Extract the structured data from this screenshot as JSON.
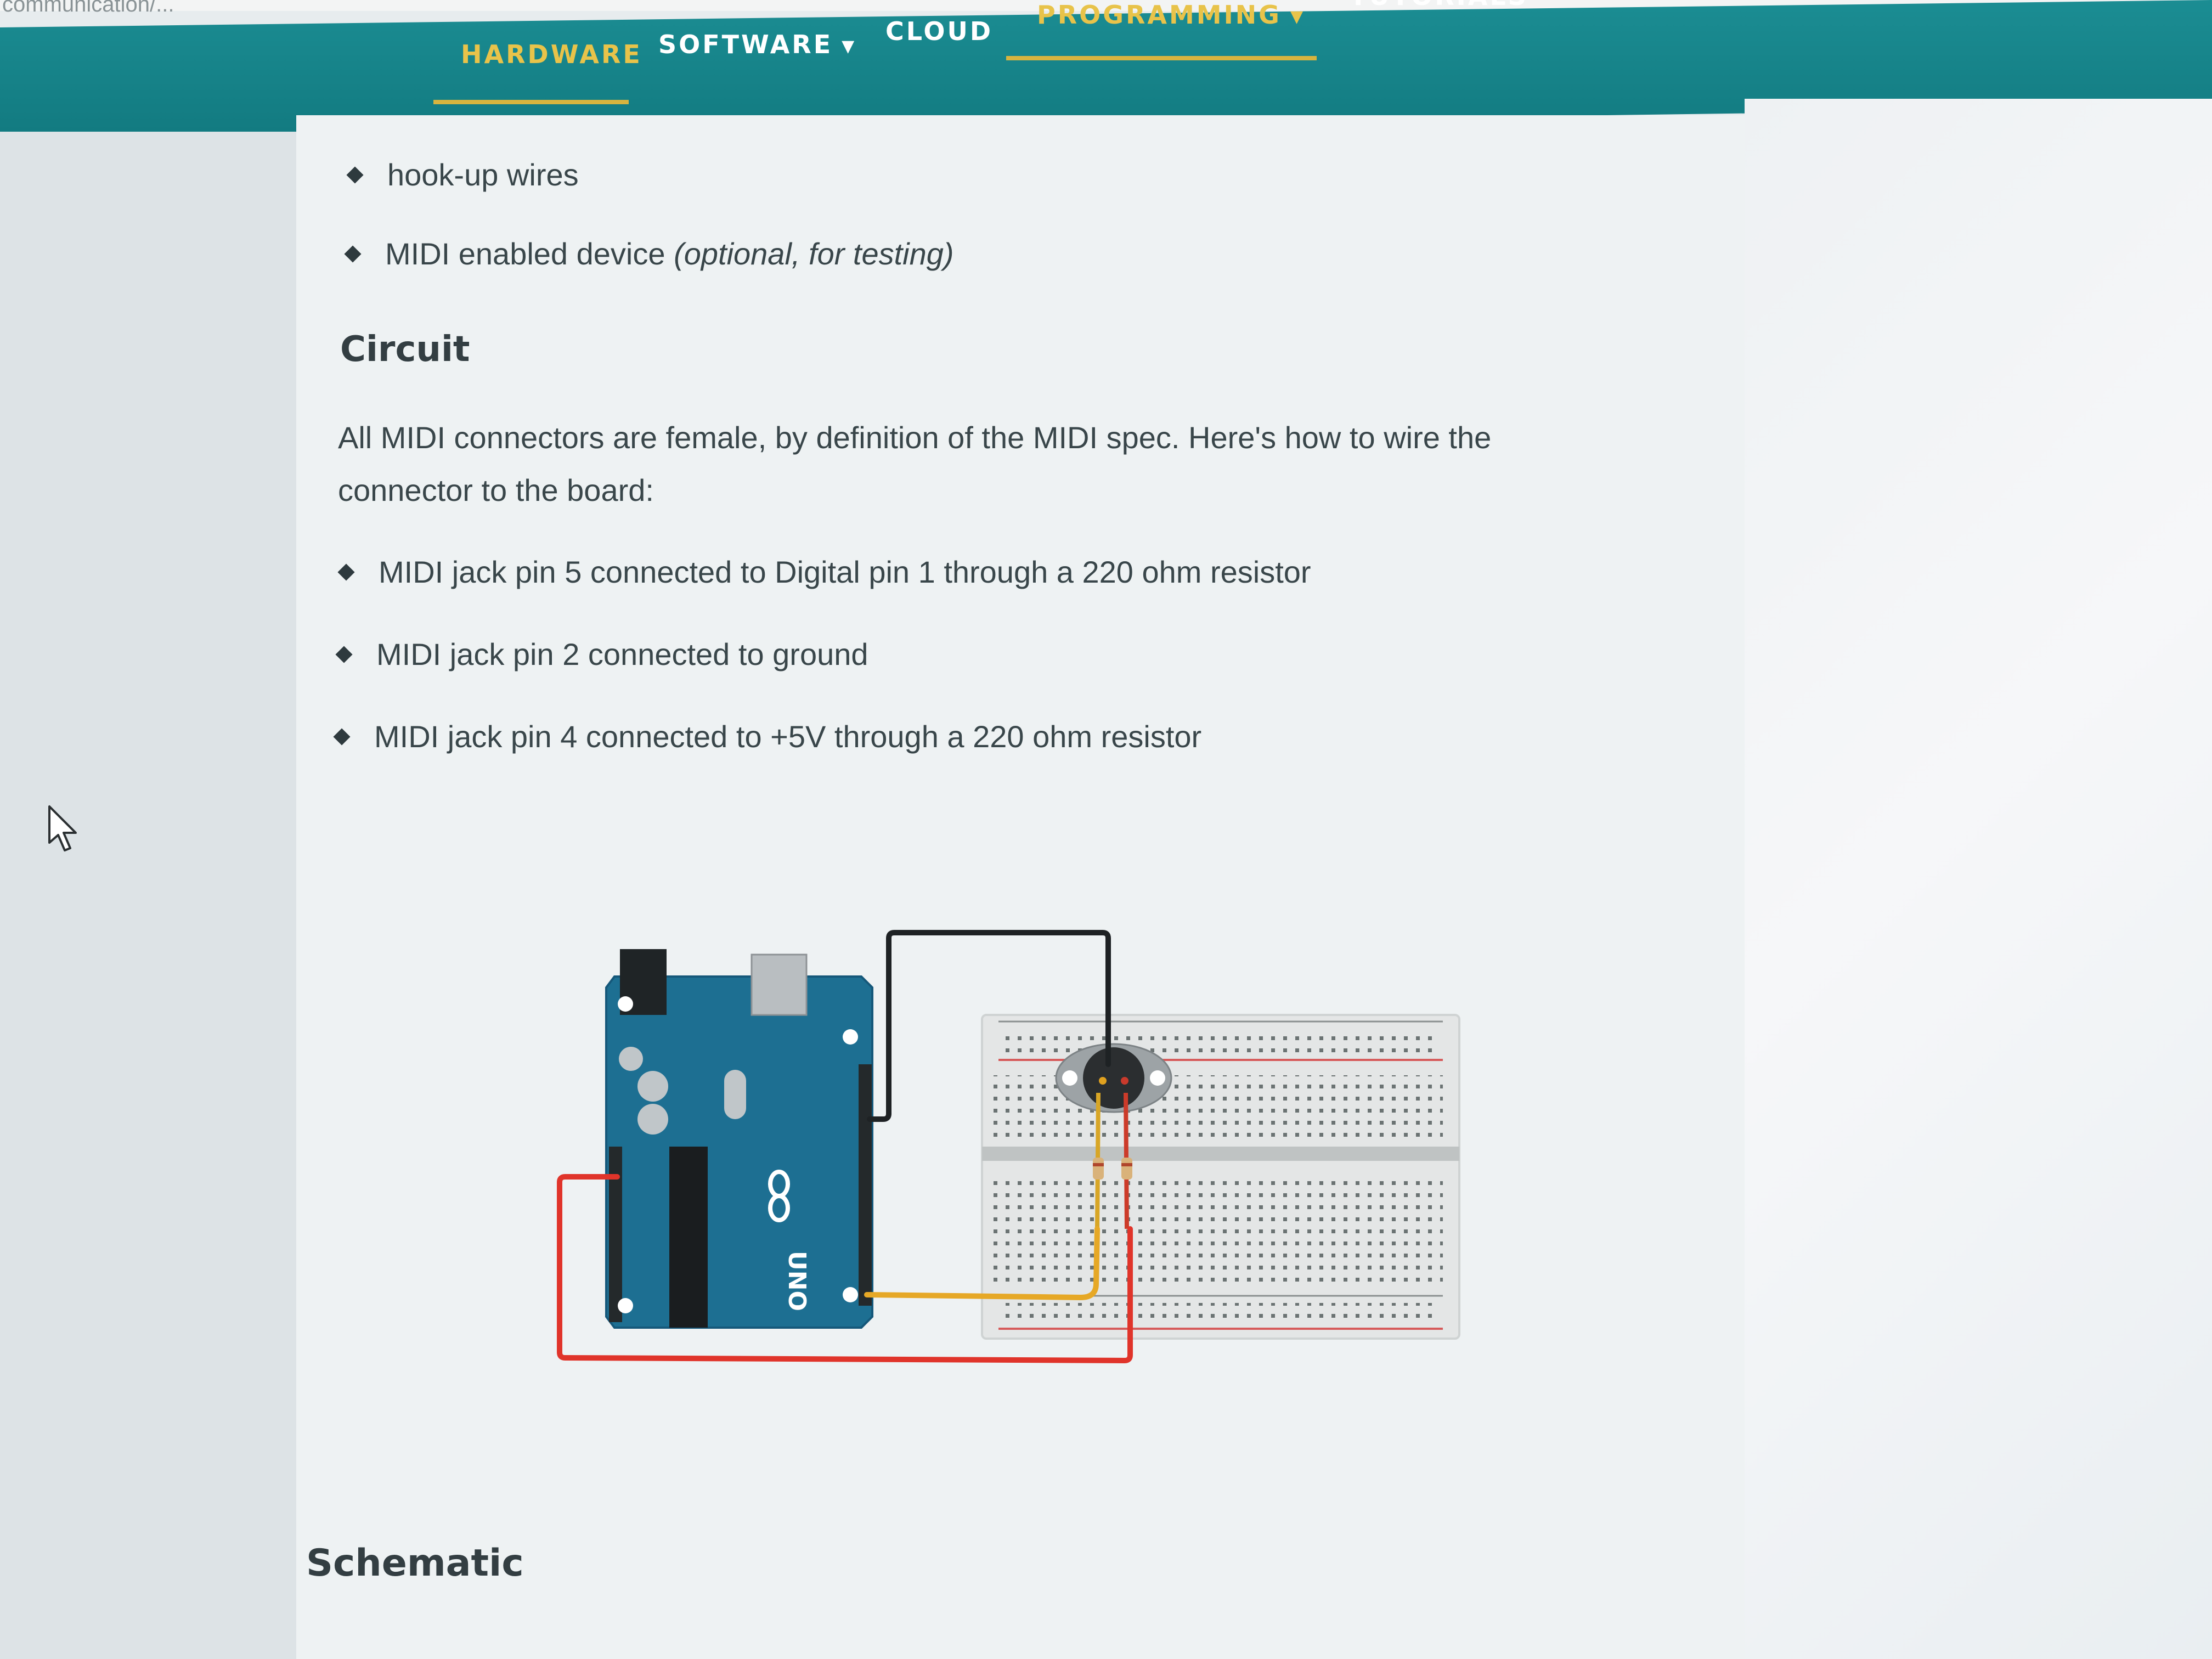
{
  "browser": {
    "url_fragment": "communication/..."
  },
  "nav": {
    "items": [
      {
        "label": "HARDWARE",
        "caret": ""
      },
      {
        "label": "SOFTWARE",
        "caret": "▼"
      },
      {
        "label": "CLOUD",
        "caret": ""
      },
      {
        "label": "PROGRAMMING",
        "caret": "▼"
      },
      {
        "label": "TUTORIALS",
        "caret": ""
      }
    ],
    "accent_color": "#e8c34a",
    "bar_color": "#17858b"
  },
  "materials": {
    "items": [
      {
        "text": "hook-up wires",
        "note": ""
      },
      {
        "text": "MIDI enabled device ",
        "note": "(optional, for testing)"
      }
    ]
  },
  "circuit": {
    "heading": "Circuit",
    "intro": "All MIDI connectors are female, by definition of the MIDI spec. Here's how to wire the connector to the board:",
    "items": [
      "MIDI jack pin 5 connected to Digital pin 1 through a 220 ohm resistor",
      "MIDI jack pin 2 connected to ground",
      "MIDI jack pin 4 connected to +5V through a 220 ohm resistor"
    ],
    "board_label": "UNO"
  },
  "schematic": {
    "heading": "Schematic"
  },
  "icons": {
    "cursor": "mouse-pointer-icon",
    "bullet": "diamond-bullet-icon",
    "logo": "arduino-infinity-logo-icon"
  }
}
